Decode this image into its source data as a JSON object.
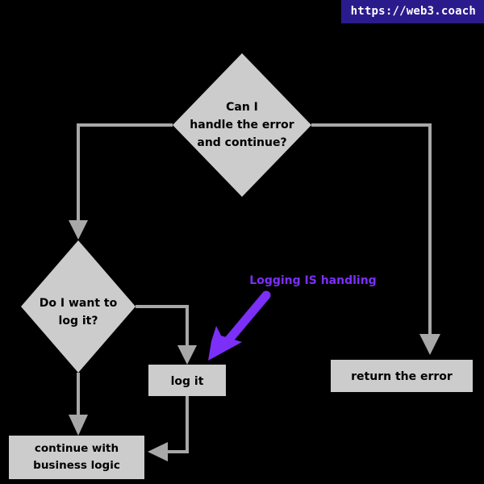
{
  "watermark": {
    "text": "https://web3.coach"
  },
  "diagram": {
    "nodes": [
      {
        "id": "can-i-handle",
        "shape": "diamond",
        "lines": [
          "Can I",
          "handle the error",
          "and continue?"
        ]
      },
      {
        "id": "do-i-want-to-log",
        "shape": "diamond",
        "lines": [
          "Do I want to",
          "log it?"
        ]
      },
      {
        "id": "log-it",
        "shape": "rect",
        "lines": [
          "log it"
        ]
      },
      {
        "id": "return-the-error",
        "shape": "rect",
        "lines": [
          "return the error"
        ]
      },
      {
        "id": "continue-with-business-logic",
        "shape": "rect",
        "lines": [
          "continue with",
          "business logic"
        ]
      }
    ],
    "annotation": {
      "text": "Logging IS handling",
      "color": "#7b2ff7"
    },
    "colors": {
      "background": "#000000",
      "shape_fill": "#cccccc",
      "connector": "#a8a8a8",
      "node_text": "#000000",
      "watermark_bg": "#2a1b8c",
      "watermark_text": "#ffffff"
    }
  }
}
